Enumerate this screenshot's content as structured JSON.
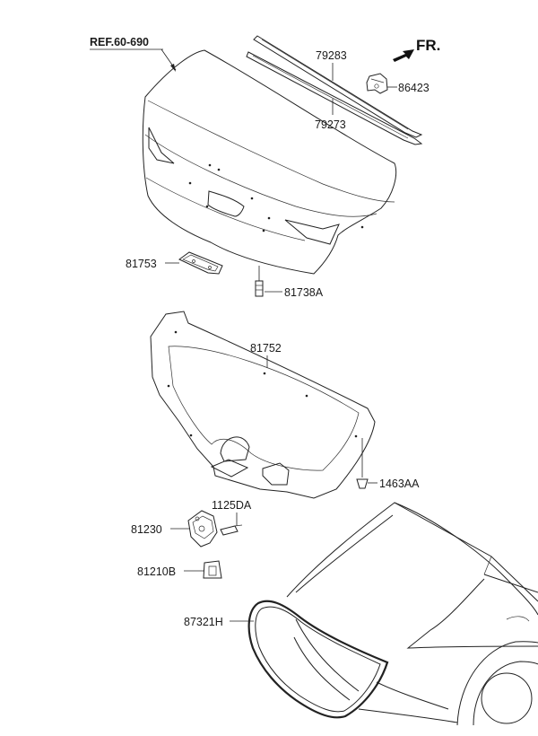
{
  "diagram": {
    "direction_label": "FR.",
    "reference_label": "REF.60-690",
    "parts": [
      {
        "id": "79283",
        "label": "79283"
      },
      {
        "id": "86423",
        "label": "86423"
      },
      {
        "id": "79273",
        "label": "79273"
      },
      {
        "id": "81753",
        "label": "81753"
      },
      {
        "id": "81738A",
        "label": "81738A"
      },
      {
        "id": "81752",
        "label": "81752"
      },
      {
        "id": "1463AA",
        "label": "1463AA"
      },
      {
        "id": "1125DA",
        "label": "1125DA"
      },
      {
        "id": "81230",
        "label": "81230"
      },
      {
        "id": "81210B",
        "label": "81210B"
      },
      {
        "id": "87321H",
        "label": "87321H"
      }
    ]
  }
}
